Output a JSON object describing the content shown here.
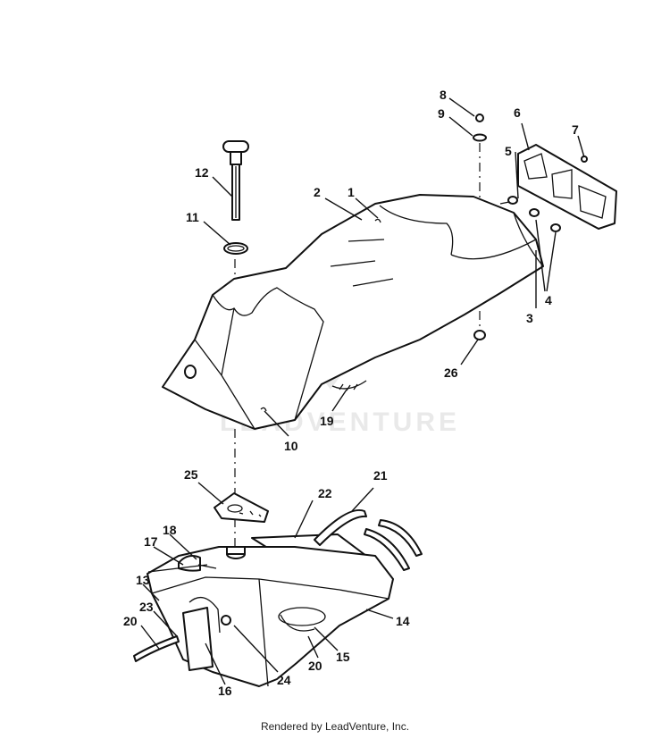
{
  "diagram": {
    "watermark": "LEADVENTURE",
    "labels": {
      "p1": "1",
      "p2": "2",
      "p3": "3",
      "p4": "4",
      "p5": "5",
      "p6": "6",
      "p7": "7",
      "p8": "8",
      "p9": "9",
      "p10": "10",
      "p11": "11",
      "p12": "12",
      "p13": "13",
      "p14": "14",
      "p15": "15",
      "p16": "16",
      "p17": "17",
      "p18": "18",
      "p19": "19",
      "p20a": "20",
      "p20b": "20",
      "p21": "21",
      "p22": "22",
      "p23": "23",
      "p24": "24",
      "p25": "25",
      "p26": "26"
    }
  },
  "footer": {
    "credit": "Rendered by LeadVenture, Inc."
  }
}
